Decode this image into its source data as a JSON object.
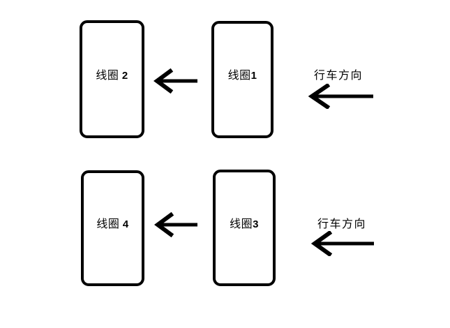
{
  "diagram": {
    "coils": [
      {
        "id": "coil-2",
        "prefix": "线圈 ",
        "num": "2"
      },
      {
        "id": "coil-1",
        "prefix": "线圈",
        "num": "1"
      },
      {
        "id": "coil-4",
        "prefix": "线圈 ",
        "num": "4"
      },
      {
        "id": "coil-3",
        "prefix": "线圈",
        "num": "3"
      }
    ],
    "direction": {
      "top_label": "行车方向",
      "bottom_label": "行车方向"
    },
    "colors": {
      "line": "#000000",
      "background": "#ffffff"
    }
  }
}
